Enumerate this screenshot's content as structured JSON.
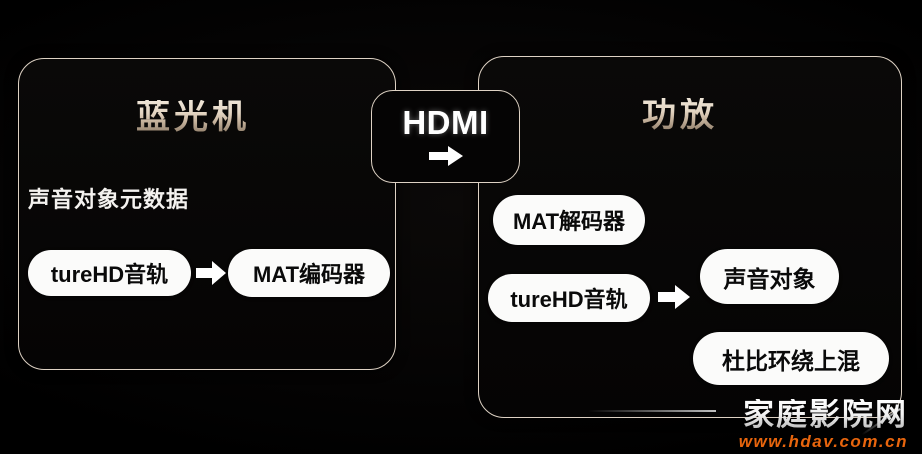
{
  "diagram": {
    "background_color": "#050404",
    "border_color": "#ded2c4",
    "pill_color": "#fbfbfa",
    "title_color": "#e3d5c3",
    "panels": [
      {
        "id": "source",
        "title": "蓝光机",
        "caption": "声音对象元数据",
        "pills": [
          "tureHD音轨",
          "MAT编码器"
        ]
      },
      {
        "id": "amplifier",
        "title": "功放",
        "pills": [
          "MAT解码器",
          "tureHD音轨",
          "声音对象",
          "杜比环绕上混"
        ]
      }
    ],
    "connector": {
      "label": "HDMI",
      "arrow_icon": "arrow-right-icon"
    },
    "arrows": {
      "source_flow": "arrow-right-icon",
      "amp_flow": "arrow-right-icon"
    }
  },
  "watermark": {
    "title": "家庭影院网",
    "url": "www.hdav.com.cn",
    "url_color": "#e8650d"
  }
}
